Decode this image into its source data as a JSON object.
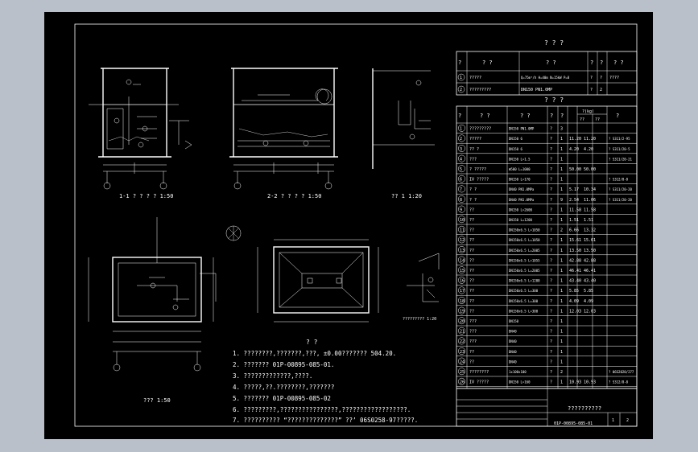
{
  "app": {
    "colors": {
      "sheet_bg": "#000000",
      "window_bg": "#b9c0ca",
      "ink": "#ffffff"
    }
  },
  "views": {
    "section1_title": "1-1 ? ? ? ? 1:50",
    "section2_title": "2-2 ? ? ? ? 1:50",
    "detail1_title": "?? 1 1:20",
    "plan_title": "??? 1:50",
    "top_title": "? ?",
    "detail2_title": "????????? 1:20"
  },
  "notes": [
    "1. ????????,???????,???,  ±0.00??????? 504.20.",
    "2. ???????  01P-00895-085-01.",
    "3. ?????????????,????.",
    "4. ?????,??.????????,???????",
    "5. ???????  01P-00895-085-02",
    "6. ?????????,????????????????,??????????????????.",
    "7. ??????????  “??????????????”  ??’ 06S0258-97?????."
  ],
  "table1": {
    "title": "? ? ?",
    "headers": [
      "?",
      "?  ?",
      "? ?",
      "?",
      "?",
      "? ?"
    ],
    "rows": [
      {
        "no": "1",
        "name": "?????",
        "spec": "Q=75m³/h  H=40m  N=15kW  P=8",
        "c1": "?",
        "c2": "?",
        "remark": "????"
      },
      {
        "no": "2",
        "name": "?????????",
        "spec": "DN150  PN1.0MP",
        "c1": "?",
        "c2": "2",
        "remark": ""
      }
    ]
  },
  "table2": {
    "title": "? ? ?",
    "headers": [
      "?",
      "? ?",
      "? ?",
      "?",
      "?",
      "?(kg)",
      "?",
      "?"
    ],
    "subheaders": [
      "??",
      "??"
    ],
    "rows": [
      {
        "no": "1",
        "name": "?????????",
        "spec": "DN150  PN1.0MP",
        "u": "?",
        "q": "3",
        "w1": "",
        "w2": "",
        "remark": ""
      },
      {
        "no": "2",
        "name": "?????",
        "spec": "DN150 6",
        "u": "?",
        "q": "1",
        "w1": "11.20",
        "w2": "11.20",
        "remark": "? S311/2-95"
      },
      {
        "no": "3",
        "name": "?? ?",
        "spec": "DN150 6",
        "u": "?",
        "q": "1",
        "w1": "4.20",
        "w2": "4.20",
        "remark": "? S311/20-5"
      },
      {
        "no": "4",
        "name": "???",
        "spec": "DN150 L=1.5",
        "u": "?",
        "q": "1",
        "w1": "",
        "w2": "",
        "remark": "? S311/20-21"
      },
      {
        "no": "5",
        "name": "? ?????",
        "spec": "Φ500  L=1000",
        "u": "?",
        "q": "1",
        "w1": "50.00",
        "w2": "50.00",
        "remark": ""
      },
      {
        "no": "6",
        "name": "IV ?????",
        "spec": "DN150 L=170",
        "u": "?",
        "q": "1",
        "w1": "",
        "w2": "",
        "remark": "? S312/8-8"
      },
      {
        "no": "7",
        "name": "? ?",
        "spec": "DN40  PN1.0MPa",
        "u": "?",
        "q": "1",
        "w1": "5.17",
        "w2": "10.34",
        "remark": "? S311/20-20"
      },
      {
        "no": "8",
        "name": "? ?",
        "spec": "DN40  PN1.0MPa",
        "u": "?",
        "q": "9",
        "w1": "2.54",
        "w2": "11.06",
        "remark": "? S311/20-20"
      },
      {
        "no": "9",
        "name": "??",
        "spec": "DN150  L=2600",
        "u": "?",
        "q": "1",
        "w1": "11.58",
        "w2": "11.58",
        "remark": ""
      },
      {
        "no": "10",
        "name": "??",
        "spec": "DN150  L=1200",
        "u": "?",
        "q": "1",
        "w1": "1.51",
        "w2": "1.51",
        "remark": ""
      },
      {
        "no": "11",
        "name": "??",
        "spec": "DN150x6.5  L=1050",
        "u": "?",
        "q": "2",
        "w1": "6.66",
        "w2": "13.32",
        "remark": ""
      },
      {
        "no": "12",
        "name": "??",
        "spec": "DN150x6.5  L=1050",
        "u": "?",
        "q": "1",
        "w1": "15.61",
        "w2": "15.61",
        "remark": ""
      },
      {
        "no": "13",
        "name": "??",
        "spec": "DN150x6.5  L=2005",
        "u": "?",
        "q": "1",
        "w1": "13.50",
        "w2": "13.50",
        "remark": ""
      },
      {
        "no": "14",
        "name": "??",
        "spec": "DN150x6.5  L=1055",
        "u": "?",
        "q": "1",
        "w1": "42.88",
        "w2": "42.88",
        "remark": ""
      },
      {
        "no": "15",
        "name": "??",
        "spec": "DN150x6.5  L=2005",
        "u": "?",
        "q": "1",
        "w1": "46.41",
        "w2": "46.41",
        "remark": ""
      },
      {
        "no": "16",
        "name": "??",
        "spec": "DN150x6.5  L=1200",
        "u": "?",
        "q": "1",
        "w1": "43.40",
        "w2": "43.40",
        "remark": ""
      },
      {
        "no": "17",
        "name": "??",
        "spec": "DN150x6.5  L=300",
        "u": "?",
        "q": "1",
        "w1": "5.85",
        "w2": "5.85",
        "remark": ""
      },
      {
        "no": "18",
        "name": "??",
        "spec": "DN150x6.5  L=300",
        "u": "?",
        "q": "1",
        "w1": "4.09",
        "w2": "4.09",
        "remark": ""
      },
      {
        "no": "19",
        "name": "??",
        "spec": "DN150x6.5  L=300",
        "u": "?",
        "q": "1",
        "w1": "12.03",
        "w2": "12.03",
        "remark": ""
      },
      {
        "no": "20",
        "name": "???",
        "spec": "DN150",
        "u": "?",
        "q": "1",
        "w1": "",
        "w2": "",
        "remark": ""
      },
      {
        "no": "21",
        "name": "???",
        "spec": "DN40",
        "u": "?",
        "q": "1",
        "w1": "",
        "w2": "",
        "remark": ""
      },
      {
        "no": "22",
        "name": "???",
        "spec": "DN40",
        "u": "?",
        "q": "1",
        "w1": "",
        "w2": "",
        "remark": ""
      },
      {
        "no": "23",
        "name": "??",
        "spec": "DN40",
        "u": "?",
        "q": "1",
        "w1": "",
        "w2": "",
        "remark": ""
      },
      {
        "no": "24",
        "name": "??",
        "spec": "DN40",
        "u": "?",
        "q": "1",
        "w1": "",
        "w2": "",
        "remark": ""
      },
      {
        "no": "25",
        "name": "????????",
        "spec": "1x100x100",
        "u": "?",
        "q": "2",
        "w1": "",
        "w2": "",
        "remark": "? 06S2020/277"
      },
      {
        "no": "26",
        "name": "IV ?????",
        "spec": "DN150  L=160",
        "u": "?",
        "q": "1",
        "w1": "10.93",
        "w2": "10.93",
        "remark": "? S312/8-8"
      }
    ]
  },
  "title_block": {
    "project": "??????????",
    "drawing_no": "01P-00895-085-01",
    "page": "1",
    "pages": "2"
  }
}
